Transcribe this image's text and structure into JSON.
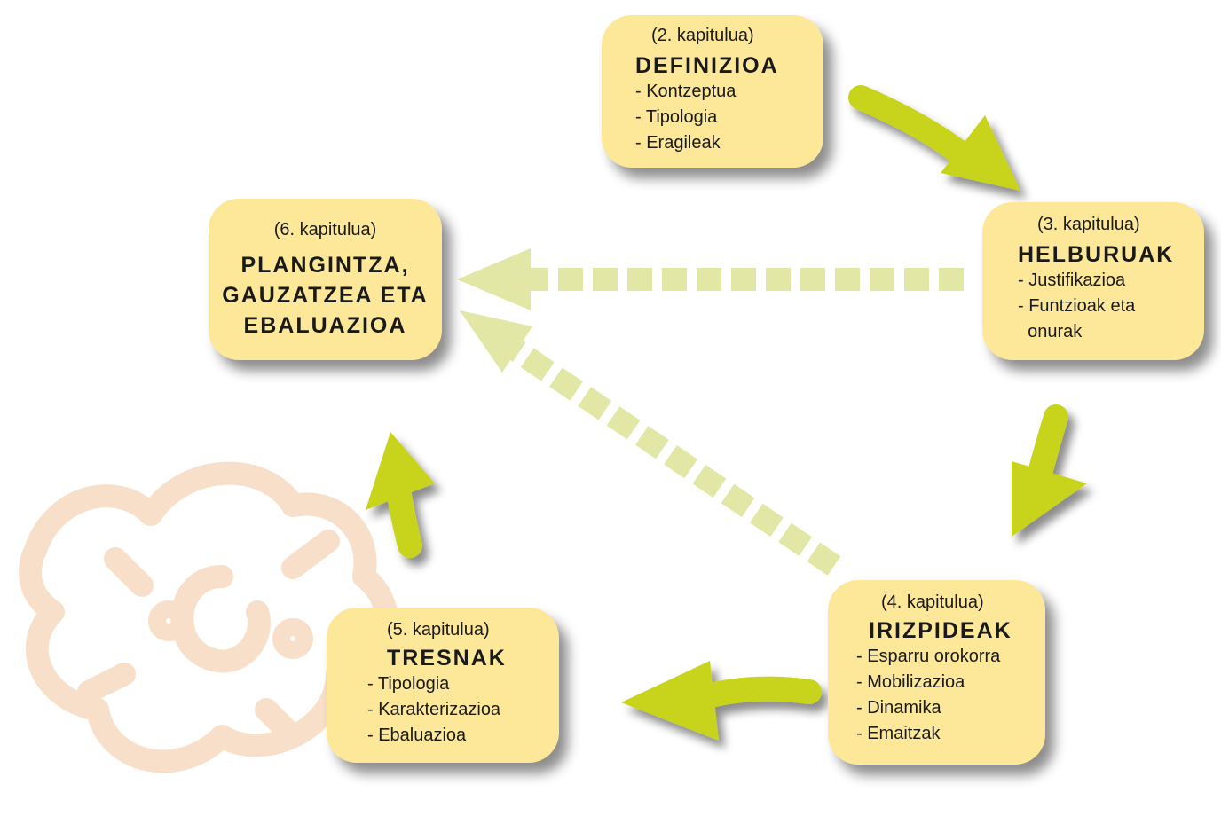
{
  "colors": {
    "box_fill": "#fde89a",
    "arrow_solid": "#c8d41e",
    "arrow_dashed": "#e2e7a6",
    "watermark": "#f8dcc4"
  },
  "nodes": {
    "definizioa": {
      "chapter": "(2. kapitulua)",
      "title": "DEFINIZIOA",
      "items": [
        "- Kontzeptua",
        "- Tipologia",
        "- Eragileak"
      ]
    },
    "helburuak": {
      "chapter": "(3. kapitulua)",
      "title": "HELBURUAK",
      "items": [
        "- Justifikazioa",
        "- Funtzioak eta",
        "  onurak"
      ]
    },
    "irizpideak": {
      "chapter": "(4. kapitulua)",
      "title": "IRIZPIDEAK",
      "items": [
        "- Esparru orokorra",
        "- Mobilizazioa",
        "- Dinamika",
        "- Emaitzak"
      ]
    },
    "tresnak": {
      "chapter": "(5. kapitulua)",
      "title": "TRESNAK",
      "items": [
        "- Tipologia",
        "- Karakterizazioa",
        "- Ebaluazioa"
      ]
    },
    "plangintza": {
      "chapter": "(6. kapitulua)",
      "title_lines": [
        "PLANGINTZA,",
        "GAUZATZEA ETA",
        "EBALUAZIOA"
      ]
    }
  },
  "edges": [
    {
      "from": "definizioa",
      "to": "helburuak",
      "style": "solid"
    },
    {
      "from": "helburuak",
      "to": "irizpideak",
      "style": "solid"
    },
    {
      "from": "irizpideak",
      "to": "tresnak",
      "style": "solid"
    },
    {
      "from": "tresnak",
      "to": "plangintza",
      "style": "solid"
    },
    {
      "from": "helburuak",
      "to": "plangintza",
      "style": "dashed"
    },
    {
      "from": "irizpideak",
      "to": "plangintza",
      "style": "dashed"
    }
  ]
}
